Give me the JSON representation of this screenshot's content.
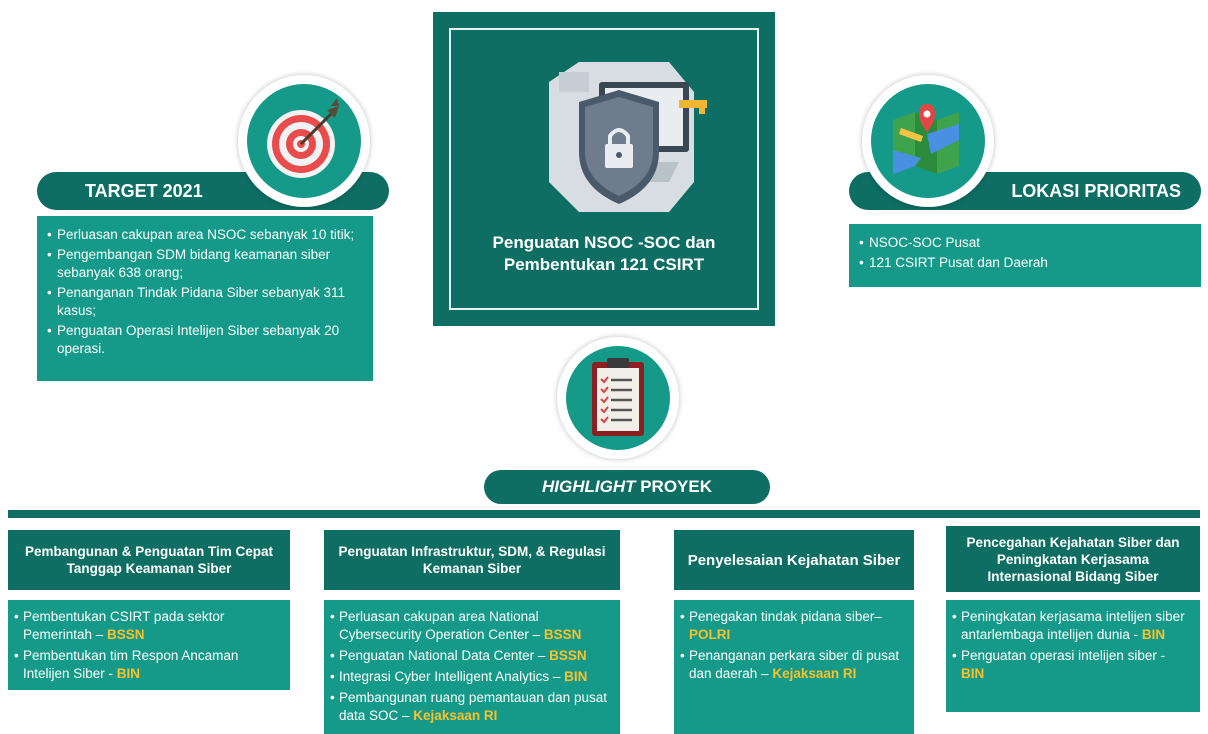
{
  "target": {
    "title": "TARGET 2021",
    "items": [
      "Perluasan cakupan area NSOC sebanyak 10 titik;",
      "Pengembangan SDM bidang keamanan siber sebanyak 638 orang;",
      "Penanganan Tindak Pidana Siber sebanyak 311 kasus;",
      "Penguatan Operasi Intelijen Siber sebanyak 20 operasi."
    ]
  },
  "center": {
    "title_line1": "Penguatan NSOC -SOC dan",
    "title_line2": "Pembentukan 121 CSIRT"
  },
  "lokasi": {
    "title": "LOKASI PRIORITAS",
    "items": [
      "NSOC-SOC Pusat",
      "121 CSIRT Pusat dan Daerah"
    ]
  },
  "highlight": {
    "title_italic": "HIGHLIGHT",
    "title_rest": " PROYEK"
  },
  "columns": [
    {
      "title": "Pembangunan & Penguatan Tim Cepat Tanggap Keamanan Siber",
      "items": [
        {
          "text": "Pembentukan CSIRT pada sektor Pemerintah – ",
          "agency": "BSSN"
        },
        {
          "text": "Pembentukan tim Respon Ancaman Intelijen Siber - ",
          "agency": "BIN"
        }
      ]
    },
    {
      "title": "Penguatan Infrastruktur, SDM, & Regulasi Kemanan Siber",
      "items": [
        {
          "text": "Perluasan cakupan area National Cybersecurity Operation Center – ",
          "agency": "BSSN"
        },
        {
          "text": "Penguatan National Data Center – ",
          "agency": "BSSN"
        },
        {
          "text": "Integrasi Cyber Intelligent Analytics – ",
          "agency": "BIN"
        },
        {
          "text": "Pembangunan ruang pemantauan dan pusat data SOC – ",
          "agency": "Kejaksaan RI"
        }
      ]
    },
    {
      "title": "Penyelesaian Kejahatan Siber",
      "items": [
        {
          "text": "Penegakan tindak pidana siber– ",
          "agency": "POLRI"
        },
        {
          "text": "Penanganan perkara siber di pusat dan daerah – ",
          "agency": "Kejaksaan RI"
        }
      ]
    },
    {
      "title": "Pencegahan Kejahatan Siber dan Peningkatan Kerjasama Internasional Bidang Siber",
      "items": [
        {
          "text": "Peningkatan kerjasama intelijen siber antarlembaga intelijen dunia - ",
          "agency": "BIN"
        },
        {
          "text": "Penguatan operasi intelijen siber - ",
          "agency": "BIN"
        }
      ]
    }
  ],
  "icons": {
    "target": "target-icon",
    "map": "map-pin-icon",
    "shield": "shield-lock-icon",
    "clipboard": "clipboard-checklist-icon"
  },
  "colors": {
    "dark_teal": "#0e6e63",
    "teal": "#159a8a",
    "highlight": "#f7c12b"
  }
}
